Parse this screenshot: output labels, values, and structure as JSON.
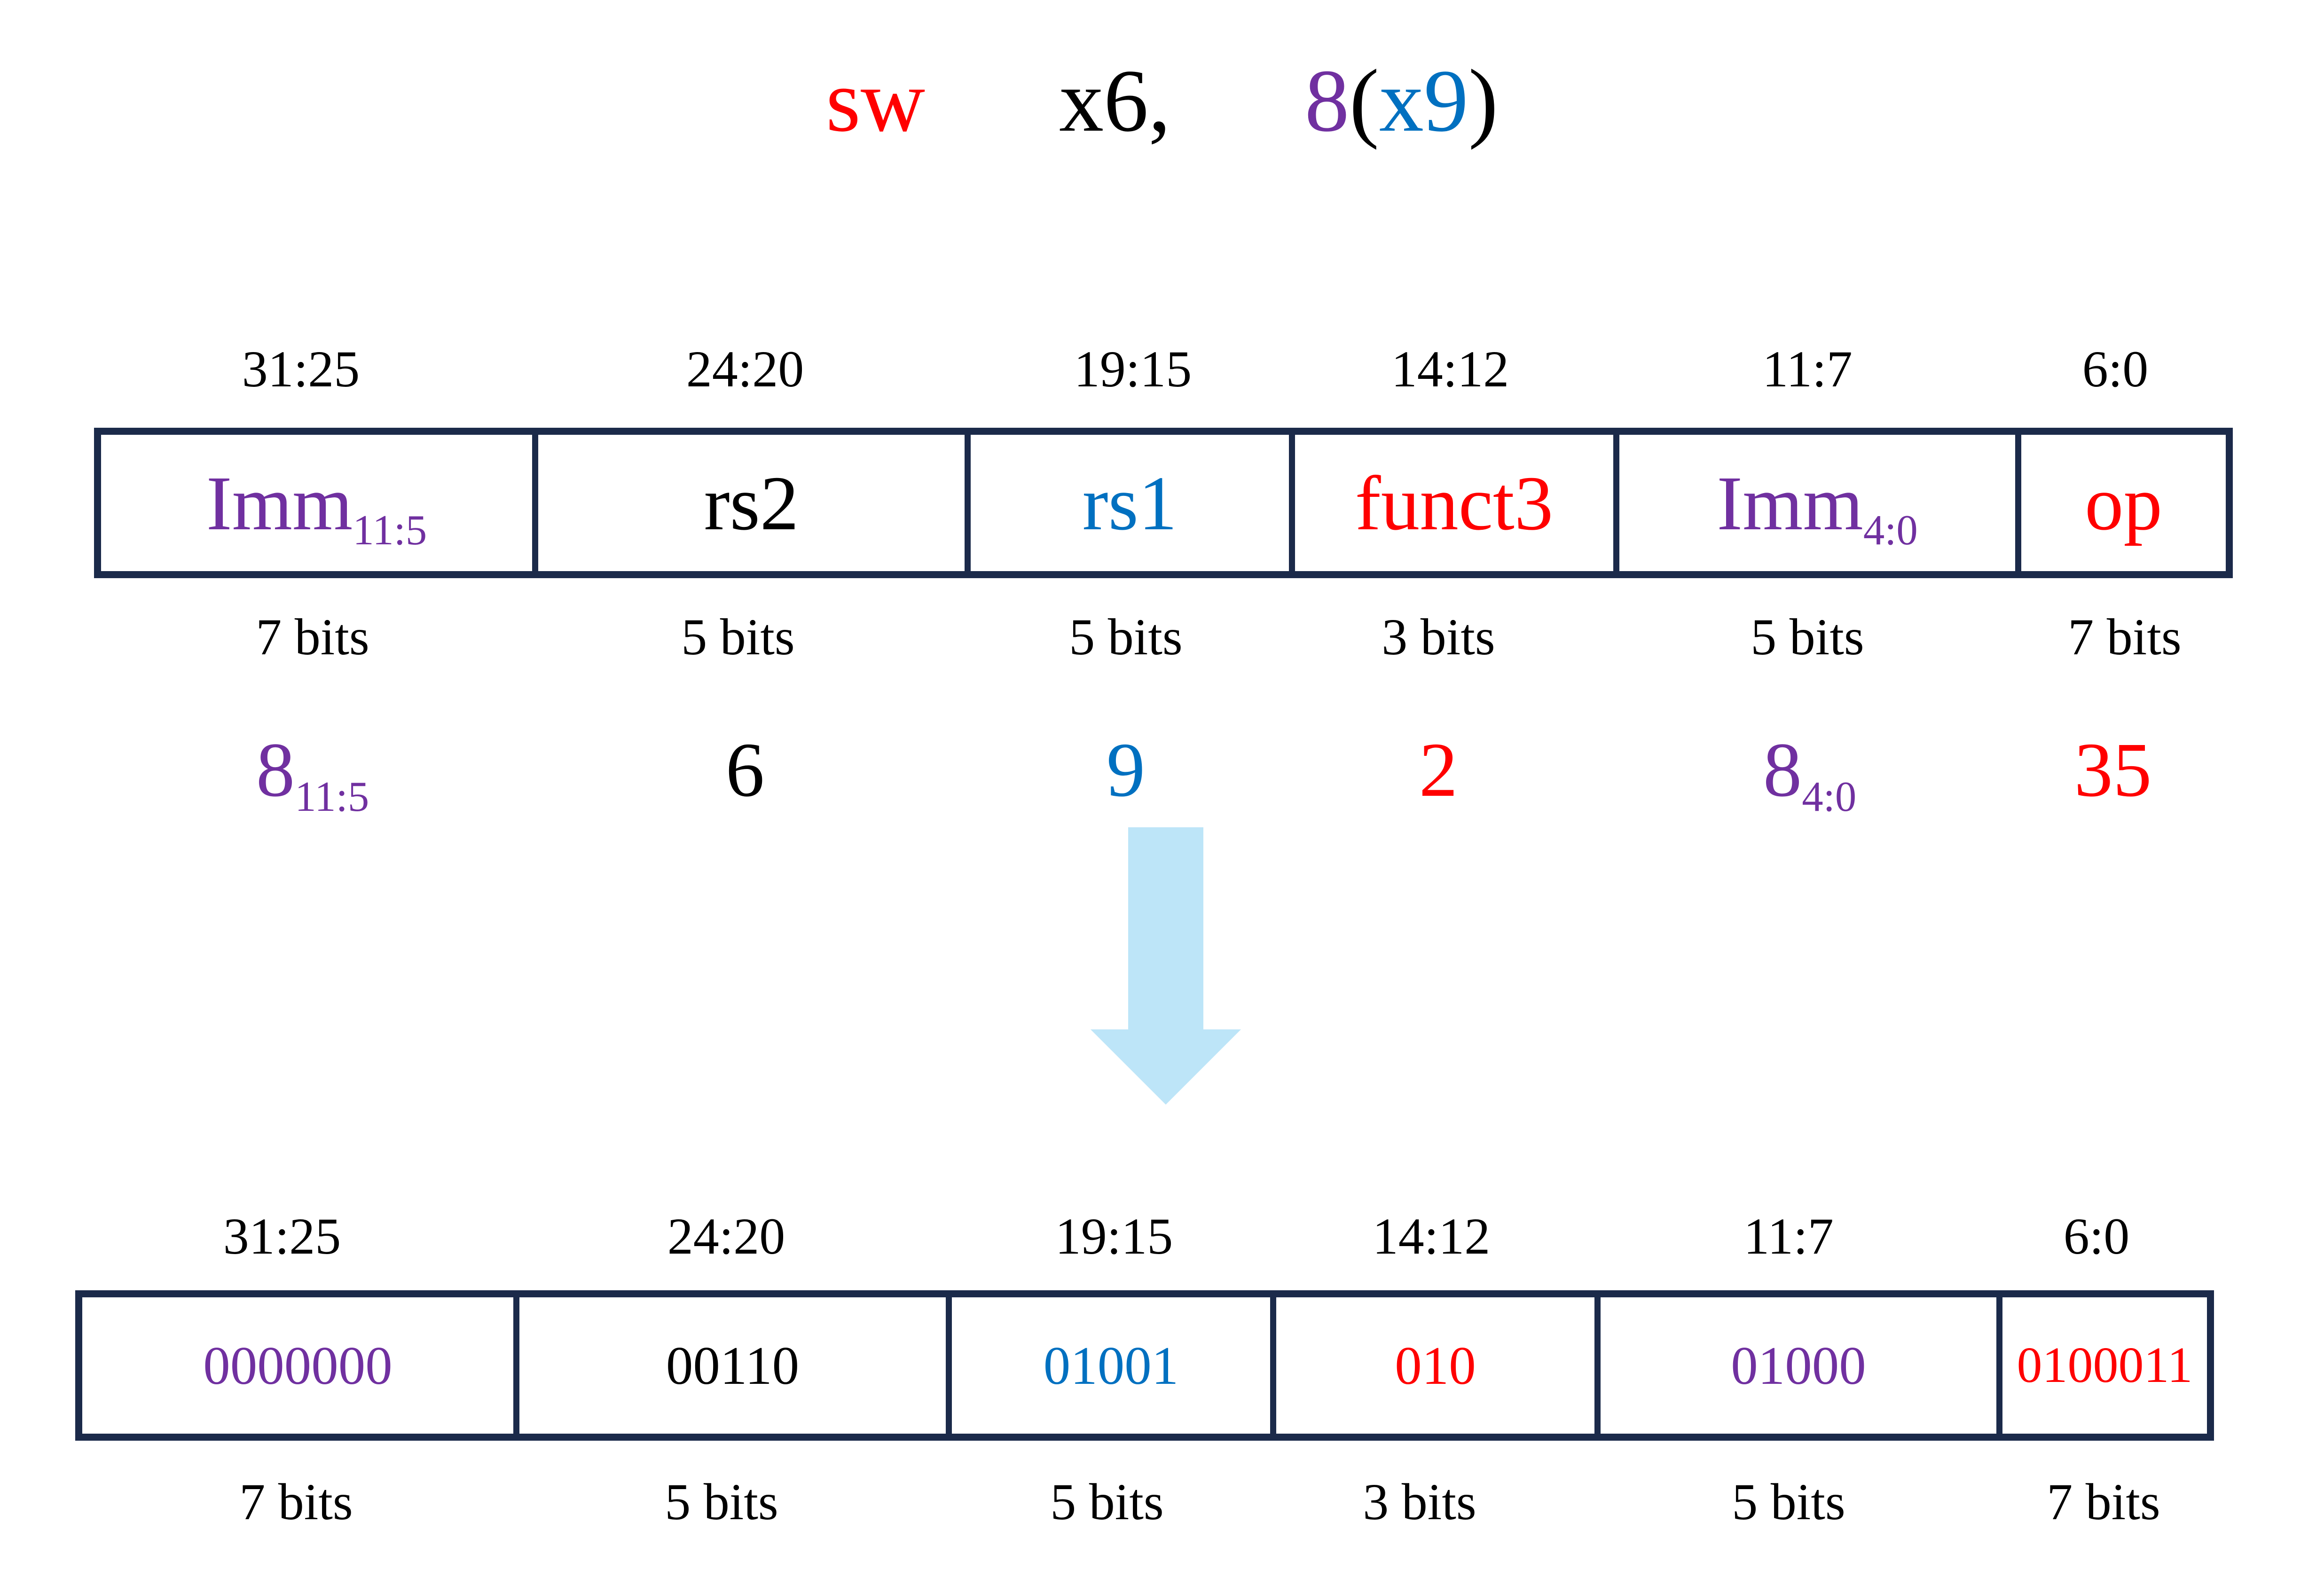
{
  "instruction": {
    "mnemonic": "sw",
    "rs2": "x6,",
    "imm": "8",
    "open_paren": "(",
    "rs1": "x9",
    "close_paren": ")"
  },
  "colors": {
    "immediate": "#7030a0",
    "rs1": "#0070c0",
    "opcode_funct": "#ff0000",
    "rs2": "#000000",
    "box_border": "#1b2a4a",
    "arrow": "#bde5f8"
  },
  "top_table": {
    "ranges": [
      "31:25",
      "24:20",
      "19:15",
      "14:12",
      "11:7",
      "6:0"
    ],
    "fields": [
      {
        "main": "Imm",
        "sub": "11:5"
      },
      {
        "main": "rs2",
        "sub": ""
      },
      {
        "main": "rs1",
        "sub": ""
      },
      {
        "main": "funct3",
        "sub": ""
      },
      {
        "main": "Imm",
        "sub": "4:0"
      },
      {
        "main": "op",
        "sub": ""
      }
    ],
    "widths": [
      "7 bits",
      "5 bits",
      "5 bits",
      "3 bits",
      "5 bits",
      "7 bits"
    ],
    "values": [
      {
        "main": "8",
        "sub": "11:5"
      },
      {
        "main": "6",
        "sub": ""
      },
      {
        "main": "9",
        "sub": ""
      },
      {
        "main": "2",
        "sub": ""
      },
      {
        "main": "8",
        "sub": "4:0"
      },
      {
        "main": "35",
        "sub": ""
      }
    ]
  },
  "arrow_icon": "down-arrow-icon",
  "bottom_table": {
    "ranges": [
      "31:25",
      "24:20",
      "19:15",
      "14:12",
      "11:7",
      "6:0"
    ],
    "binary": [
      "0000000",
      "00110",
      "01001",
      "010",
      "01000",
      "0100011"
    ],
    "widths": [
      "7 bits",
      "5 bits",
      "5 bits",
      "3 bits",
      "5 bits",
      "7 bits"
    ]
  }
}
